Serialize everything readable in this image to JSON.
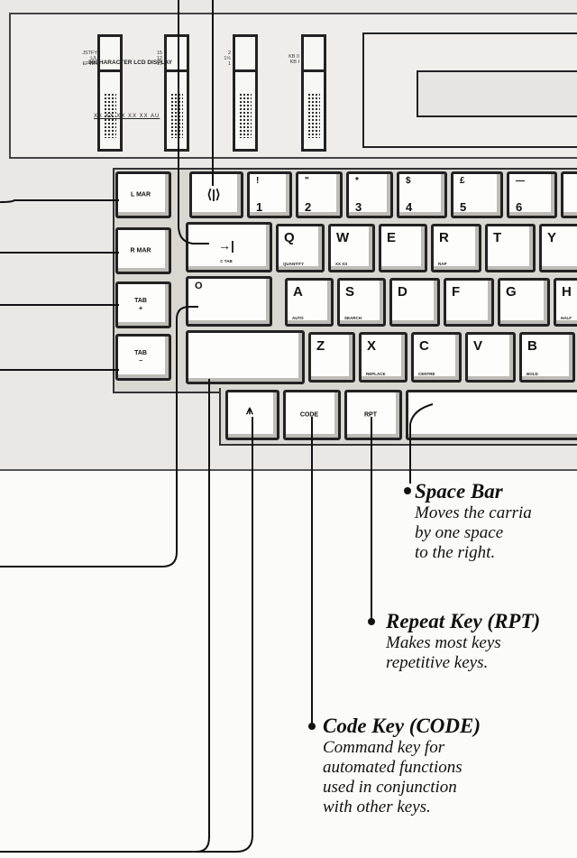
{
  "status_labels": {
    "slider1": [
      "JSTFY",
      "L/L",
      "EPWR"
    ],
    "slider2": [
      "15",
      "12",
      "10"
    ],
    "slider3": [
      "2",
      "1½",
      "1"
    ],
    "slider4": [
      "KB II",
      "KB I"
    ]
  },
  "lcd": {
    "title": "30CHARACTER LCD DISPLAY",
    "marks": "XX XX  XX XX  XX  AU"
  },
  "keys": {
    "l_mar": "L MAR",
    "r_mar": "R MAR",
    "tab_plus": [
      "TAB",
      "+"
    ],
    "tab_minus": [
      "TAB",
      "−"
    ],
    "half_space": "⟨|⟩",
    "tab_arrow": "→|",
    "tab_arrow_sub": "C TAB",
    "lock_o": "O",
    "n1": [
      "!",
      "1"
    ],
    "n2": [
      "\"",
      "2"
    ],
    "n3": [
      "*",
      "3"
    ],
    "n4": [
      "$",
      "4"
    ],
    "n5": [
      "£",
      "5"
    ],
    "n6": [
      "—",
      "6"
    ],
    "q": [
      "Q",
      "QUANTITY"
    ],
    "w": [
      "W",
      "XX  XX"
    ],
    "e": [
      "E",
      ""
    ],
    "r": [
      "R",
      "RAP"
    ],
    "t": [
      "T",
      ""
    ],
    "y": [
      "Y",
      ""
    ],
    "a": [
      "A",
      "AUTO"
    ],
    "s": [
      "S",
      "SEARCH"
    ],
    "d": [
      "D",
      ""
    ],
    "f": [
      "F",
      ""
    ],
    "g": [
      "G",
      ""
    ],
    "h": [
      "H",
      "HALF"
    ],
    "z": [
      "Z",
      ""
    ],
    "x": [
      "X",
      "REPLACE"
    ],
    "c": [
      "C",
      "CENTRE"
    ],
    "v": [
      "V",
      ""
    ],
    "b": [
      "B",
      "BOLD"
    ],
    "index": "⩚",
    "code": "CODE",
    "rpt": "RPT"
  },
  "callouts": {
    "space_bar": {
      "title": "Space Bar",
      "desc": [
        "Moves the carria",
        "by one space",
        "to the right."
      ]
    },
    "repeat": {
      "title": "Repeat Key (RPT)",
      "desc": [
        "Makes most keys",
        "repetitive keys."
      ]
    },
    "code": {
      "title": "Code Key (CODE)",
      "desc": [
        "Command key for",
        "automated functions",
        "used in conjunction",
        "with other keys."
      ]
    }
  }
}
